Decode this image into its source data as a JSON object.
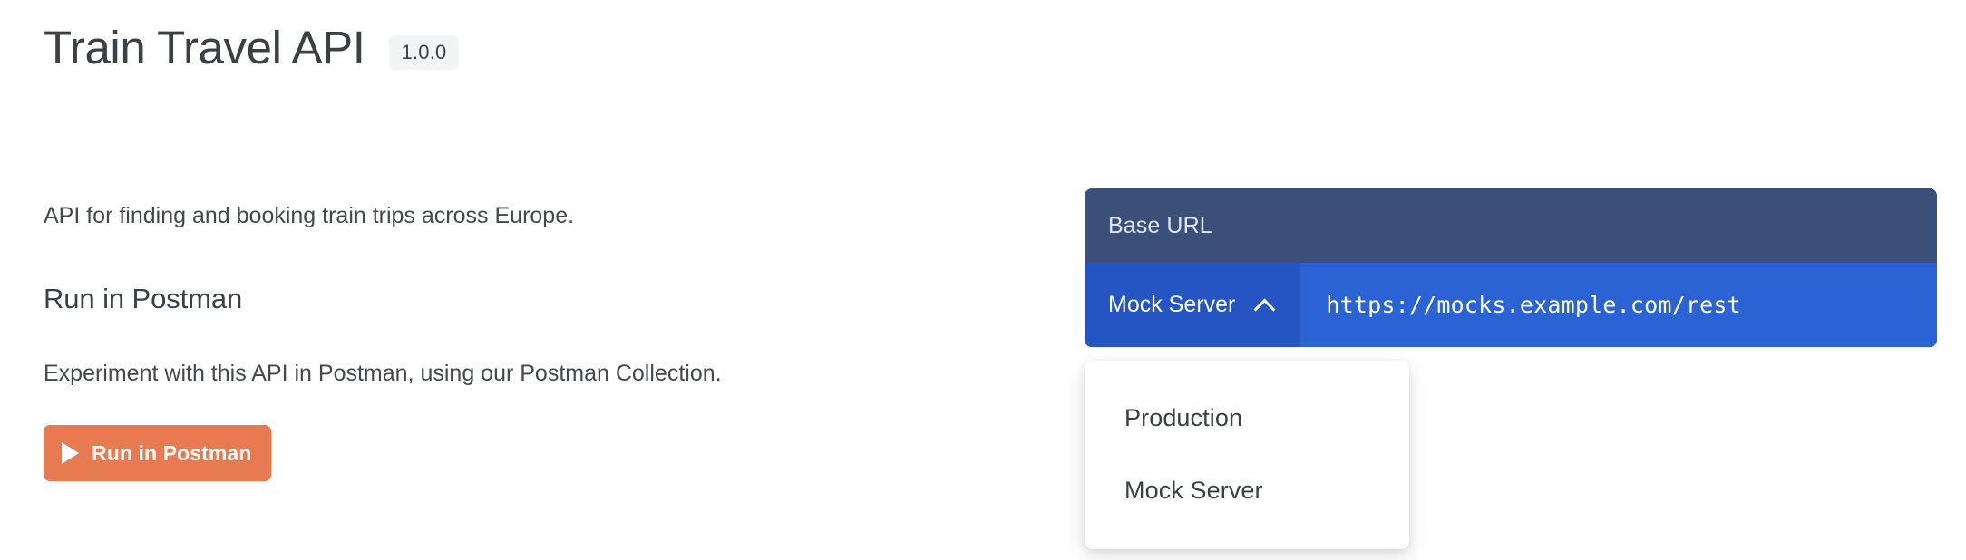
{
  "header": {
    "title": "Train Travel API",
    "version": "1.0.0"
  },
  "main": {
    "lede": "API for finding and booking train trips across Europe.",
    "section_heading": "Run in Postman",
    "body_text": "Experiment with this API in Postman, using our Postman Collection.",
    "postman_button": {
      "label": "Run in Postman",
      "icon": "play-icon",
      "color": "#e87a51"
    }
  },
  "base_url_panel": {
    "header_label": "Base URL",
    "selected_server": "Mock Server",
    "toggle_icon": "chevron-up-icon",
    "url": "https://mocks.example.com/rest",
    "header_color": "#3a5078",
    "row_color": "#2b63d4",
    "select_color": "#2455c2"
  },
  "server_dropdown": {
    "open": true,
    "options": [
      {
        "label": "Production"
      },
      {
        "label": "Mock Server"
      }
    ]
  }
}
